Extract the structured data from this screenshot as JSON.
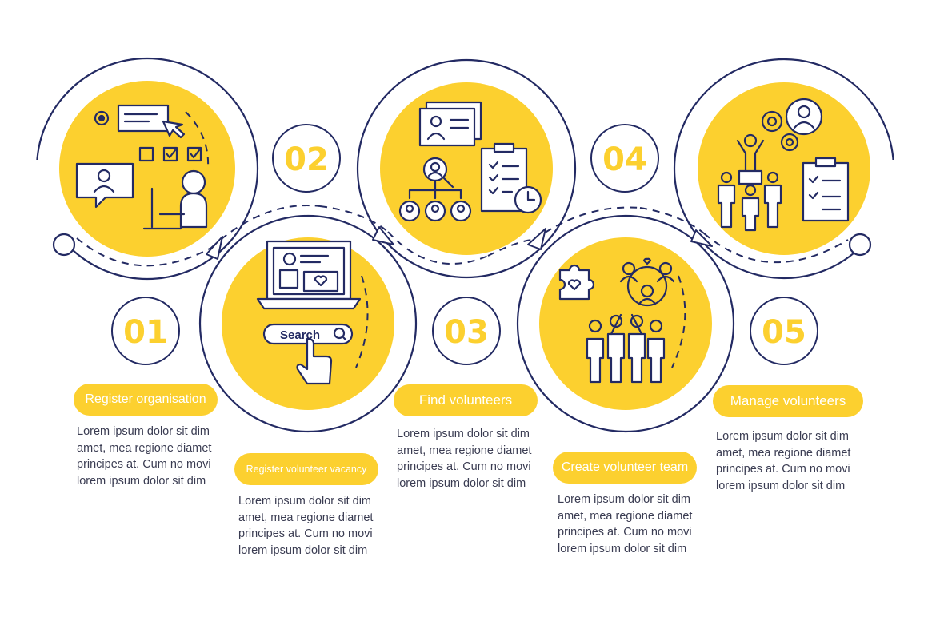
{
  "colors": {
    "accent": "#fcd02f",
    "ink": "#232a63",
    "text": "#3a3c52",
    "white": "#ffffff"
  },
  "steps": [
    {
      "number": "01",
      "title": "Register organisation",
      "text": [
        "Lorem ipsum dolor sit dim",
        "amet, mea regione diamet",
        "principes at. Cum no movi",
        "lorem ipsum dolor sit dim"
      ]
    },
    {
      "number": "02",
      "title": "Register volunteer vacancy",
      "text": [
        "Lorem ipsum dolor sit dim",
        "amet, mea regione diamet",
        "principes at. Cum no movi",
        "lorem ipsum dolor sit dim"
      ],
      "search_label": "Search"
    },
    {
      "number": "03",
      "title": "Find volunteers",
      "text": [
        "Lorem ipsum dolor sit dim",
        "amet, mea regione diamet",
        "principes at. Cum no movi",
        "lorem ipsum dolor sit dim"
      ]
    },
    {
      "number": "04",
      "title": "Create volunteer team",
      "text": [
        "Lorem ipsum dolor sit dim",
        "amet, mea regione diamet",
        "principes at. Cum no movi",
        "lorem ipsum dolor sit dim"
      ]
    },
    {
      "number": "05",
      "title": "Manage volunteers",
      "text": [
        "Lorem ipsum dolor sit dim",
        "amet, mea regione diamet",
        "principes at. Cum no movi",
        "lorem ipsum dolor sit dim"
      ]
    }
  ],
  "icons": [
    "register-organisation-icon",
    "search-vacancy-icon",
    "find-volunteers-icon",
    "volunteer-team-icon",
    "manage-volunteers-icon"
  ]
}
